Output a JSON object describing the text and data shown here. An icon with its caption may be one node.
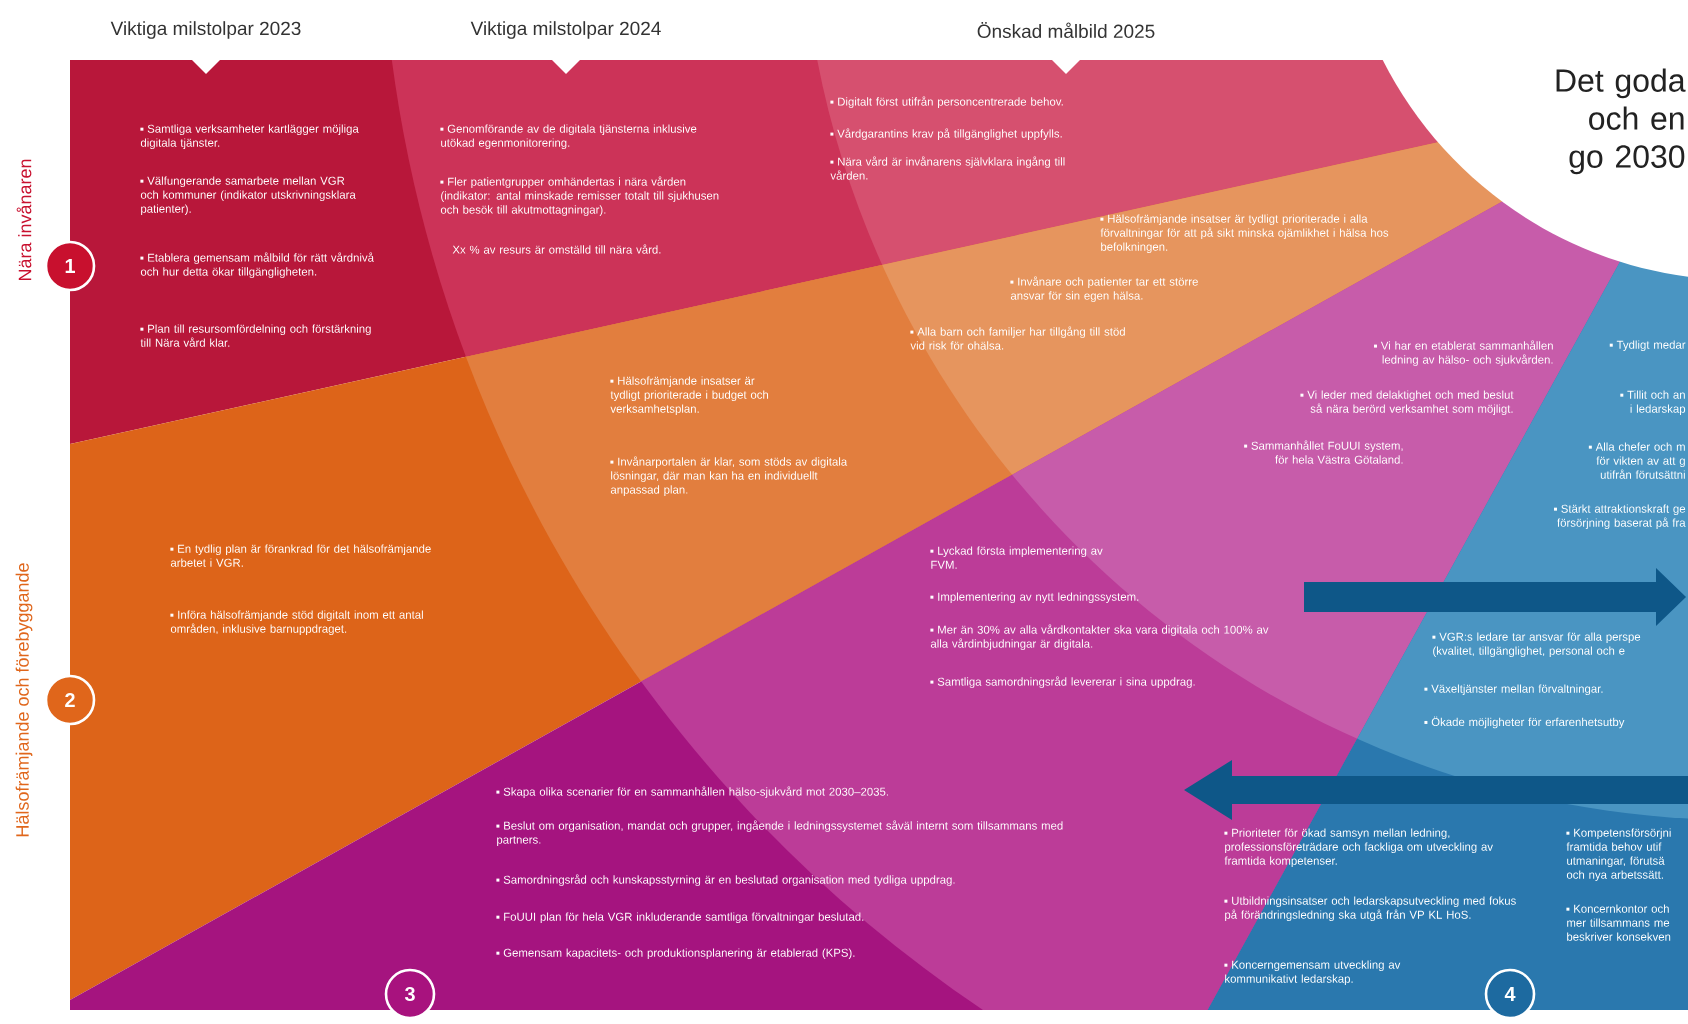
{
  "diagram": {
    "nodes": [
      {
        "text": [
          "1"
        ]
      },
      {
        "text": [
          "2"
        ]
      },
      {
        "text": [
          "3"
        ]
      },
      {
        "text": [
          "4"
        ]
      }
    ],
    "labels": [
      "Viktiga milstolpar 2023",
      "Viktiga milstolpar 2024",
      "Önskad målbild 2025",
      "Det goda och en go 2030",
      "Nära invånaren",
      "Samtliga verksamheter kartlägger möjliga digitala tjänster.",
      "Välfungerande samarbete mellan VGR och kommuner (indikator utskrivningsklara patienter).",
      "Etablera gemensam målbild för rätt vårdnivå och hur detta ökar tillgängligheten.",
      "Plan till resursomfördelning och förstärkning till Nära vård klar.",
      "Genomförande av de digitala tjänsterna inklusive utökad egenmonitorering.",
      "Fler patientgrupper omhändertas i nära vården (indikator: antal minskade remisser totalt till sjukhusen och besök till akutmottagningar).",
      "Xx %  av resurs är omställd till nära vård.",
      "Digitalt först utifrån personcentrerade behov.",
      "Vårdgarantins krav på tillgänglighet uppfylls.",
      "Nära vård är invånarens självklara ingång till vården.",
      "Hälsofrämjande insatser är tydligt prioriterade i alla förvaltningar för att på sikt minska ojämlikhet i hälsa hos befolkningen.",
      "Invånare och patienter tar ett större ansvar för sin egen hälsa.",
      "Alla barn och familjer har tillgång till stöd vid risk för ohälsa.",
      "Hälsofrämjande insatser är tydligt prioriterade i budget och verksamhetsplan.",
      "Invånarportalen är klar, som stöds av digitala lösningar, där man kan ha en individuellt anpassad plan.",
      "Hälsofrämjande och förebyggande",
      "En tydlig plan är förankrad för det hälsofrämjande arbetet i VGR.",
      "Införa hälsofrämjande stöd digitalt inom ett antal områden, inklusive barnuppdraget.",
      "Vi har en etablerat sammanhållen ledning av hälso- och sjukvården.",
      "Vi leder med delaktighet och med beslut så nära berörd verksamhet som möjligt.",
      "Sammanhållet FoUUI system, för hela Västra Götaland.",
      "Tydligt medar",
      "Tillit och an i ledarskap",
      "Alla chefer och m för vikten av att g utifrån förutsättni",
      "Stärkt attraktionskraft ge försörjning baserat på fra",
      "Lyckad första implementering av FVM.",
      "Implementering av nytt ledningssystem.",
      "Mer än 30% av alla vårdkontakter ska vara digitala och 100% av alla vårdinbjudningar är digitala.",
      "Samtliga samordningsråd levererar i sina uppdrag.",
      "VGR:s ledare tar ansvar för alla perspe (kvalitet, tillgänglighet, personal och e",
      "Växeltjänster mellan förvaltningar.",
      "Ökade möjligheter för erfarenhetsutby",
      "Skapa olika scenarier för en sammanhållen hälso-sjukvård mot 2030–2035.",
      "Beslut om organisation, mandat och grupper, ingående i ledningssystemet såväl internt som tillsammans med partners.",
      "Samordningsråd och kunskapsstyrning är en beslutad organisation med tydliga uppdrag.",
      "FoUUI plan för hela VGR inkluderande samtliga förvaltningar beslutad.",
      "Gemensam kapacitets- och produktionsplanering är etablerad (KPS).",
      "Prioriteter för ökad samsyn mellan ledning, professionsföreträdare och fackliga om utveckling av framtida kompetenser.",
      "Utbildningsinsatser och ledarskapsutveckling med fokus på förändringsledning ska utgå från VP KL HoS.",
      "Koncerngemensam utveckling av kommunikativt ledarskap.",
      "Kompetensförsörjni framtida behov utif utmaningar, förutsä och nya arbetssätt.",
      "Koncernkontor och mer tillsammans me beskriver konsekven"
    ]
  }
}
